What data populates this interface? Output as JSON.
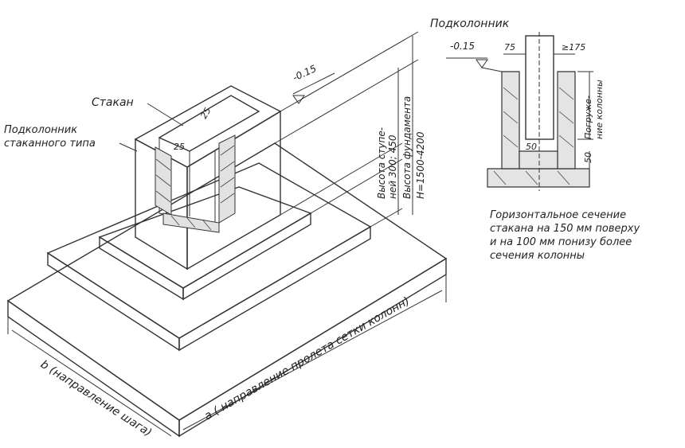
{
  "labels": {
    "stakan": "Стакан",
    "podkolonnik_line1": "Подколонник",
    "podkolonnik_line2": "стаканного типа",
    "podkolonnik_section": "Подколонник",
    "level_main": "-0.15",
    "level_section": "-0.15",
    "dim_25_a": "25",
    "dim_25_b": "25",
    "dim_75": "75",
    "dim_175": "≥175",
    "dim_50_a": "50",
    "dim_50_b": "50",
    "pogruzhenie": "Погруже-",
    "pogruzhenie2": "ние колонны",
    "height_step_1": "Высота ступе-",
    "height_step_2": "ней 300; 450",
    "height_found": "Высота фундамента",
    "height_H": "H=1500-4200",
    "axis_a": "a ( направление пролета сетки колонн)",
    "axis_b": "b (направление шага)"
  },
  "caption": {
    "line1": "Горизонтальное сечение",
    "line2": "стакана на 150 мм поверху",
    "line3": "и на 100 мм понизу более",
    "line4": "сечения колонны"
  }
}
